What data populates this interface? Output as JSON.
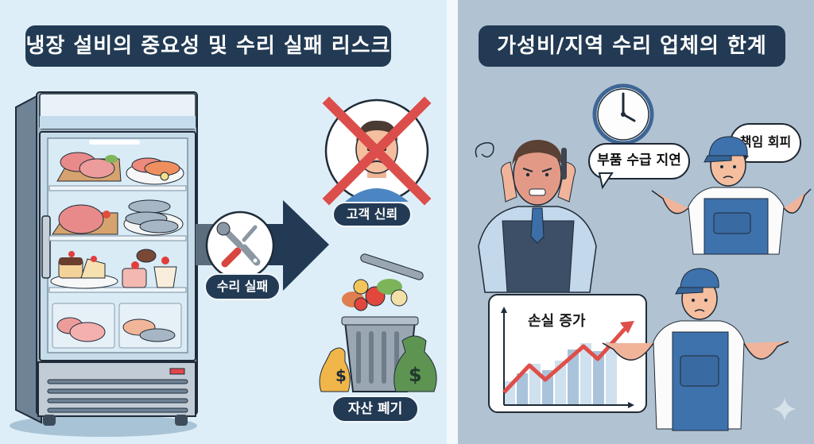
{
  "left_panel": {
    "title": "냉장 설비의 중요성 및 수리 실패 리스크",
    "refrigerator": {
      "shelves": [
        {
          "items": [
            "meat-cuts-on-board",
            "salmon-fillets-on-plate"
          ]
        },
        {
          "items": [
            "ham-roast-on-board",
            "whole-fish-on-plate"
          ]
        },
        {
          "items": [
            "layer-cakes-on-plate",
            "cupcakes-and-parfait"
          ]
        },
        {
          "items": [
            "meat-drawer",
            "seafood-drawer"
          ]
        }
      ],
      "indicator_color": "#e0474c"
    },
    "repair_failure_label": "수리 실패",
    "customer_trust_label": "고객 신뢰",
    "asset_disposal_label": "자산 폐기",
    "money_symbol": "$"
  },
  "right_panel": {
    "title": "가성비/지역 수리 업체의 한계",
    "parts_delay_bubble": "부품 수급 지연",
    "responsibility_bubble": "책임 회피",
    "loss_chart_title": "손실 증가"
  },
  "colors": {
    "left_bg": "#ddeef8",
    "right_bg": "#b1c2d2",
    "navy": "#223a54",
    "red_accent": "#e05550",
    "overalls_blue": "#3e72ad"
  }
}
